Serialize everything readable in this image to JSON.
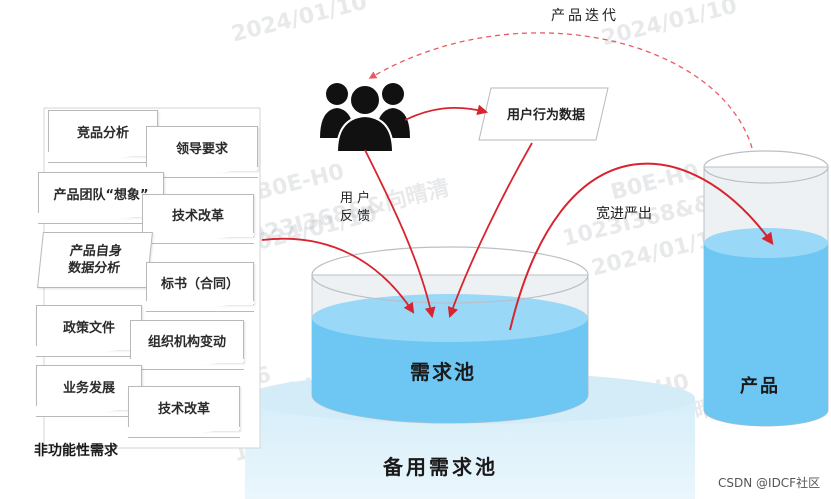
{
  "title": "产品迭代",
  "nodes": {
    "users_icon": "group-icon",
    "user_behavior": "用户行为数据",
    "feedback_line1": "用 户",
    "feedback_line2": "反 馈",
    "strict": "宽进严出",
    "pool": "需求池",
    "backup_pool": "备用需求池",
    "product": "产品"
  },
  "sources": [
    "竞品分析",
    "领导要求",
    "产品团队“想象”",
    "技术改革",
    "产品自身",
    "数据分析",
    "标书（合同）",
    "政策文件",
    "组织机构变动",
    "业务发展",
    "技术改革",
    "非功能性需求"
  ],
  "watermarks": [
    "2024/01/10",
    "B0E-H0",
    "1023I368&&向晴清",
    "1023I368&&向",
    "2024/01/10",
    "B0E-H0",
    "1007436",
    "2024/01/10"
  ],
  "footer": "CSDN @IDCF社区",
  "colors": {
    "water": "#6ec6f3",
    "water_top": "#9ad8f7",
    "arrow": "#d8242f",
    "glass": "#eef1f3",
    "edge": "#b9c0c6"
  }
}
